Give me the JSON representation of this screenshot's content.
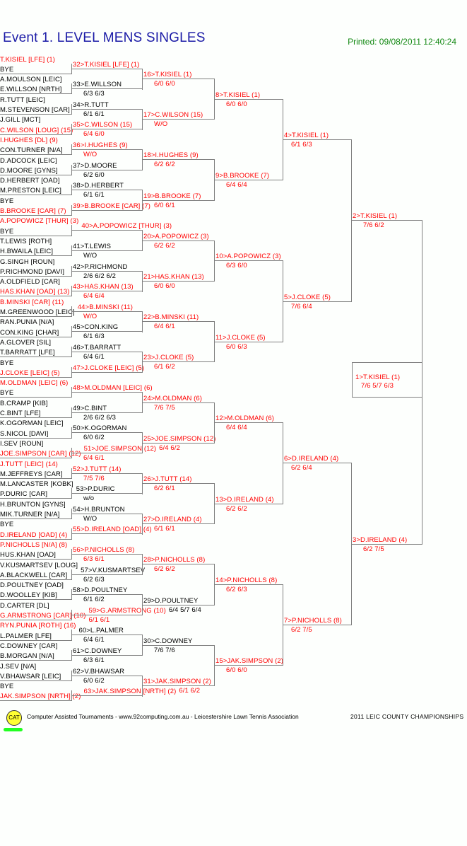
{
  "header": {
    "title": "Event 1. LEVEL MENS SINGLES",
    "printed": "Printed: 09/08/2011 12:40:24"
  },
  "colors": {
    "highlight": "#ff0000",
    "normal": "#000000",
    "title": "#1a1aa6",
    "printed": "#118811",
    "line": "#808080"
  },
  "entries": [
    {
      "name": "T.KISIEL [LFE] (1)",
      "hl": true
    },
    {
      "name": "BYE",
      "hl": false
    },
    {
      "name": "A.MOULSON [LEIC]",
      "hl": false
    },
    {
      "name": "E.WILLSON [NRTH]",
      "hl": false
    },
    {
      "name": "R.TUTT [LEIC]",
      "hl": false
    },
    {
      "name": "M.STEVENSON [CAR]",
      "hl": false
    },
    {
      "name": "J.GILL [MCT]",
      "hl": false
    },
    {
      "name": "C.WILSON [LOUG] (15)",
      "hl": true
    },
    {
      "name": "I.HUGHES [DL] (9)",
      "hl": true
    },
    {
      "name": "CON.TURNER [N/A]",
      "hl": false
    },
    {
      "name": "D.ADCOCK [LEIC]",
      "hl": false
    },
    {
      "name": "D.MOORE [GYNS]",
      "hl": false
    },
    {
      "name": "D.HERBERT [OAD]",
      "hl": false
    },
    {
      "name": "M.PRESTON [LEIC]",
      "hl": false
    },
    {
      "name": "BYE",
      "hl": false
    },
    {
      "name": "B.BROOKE [CAR] (7)",
      "hl": true
    },
    {
      "name": "A.POPOWICZ [THUR] (3)",
      "hl": true
    },
    {
      "name": "BYE",
      "hl": false
    },
    {
      "name": "T.LEWIS [ROTH]",
      "hl": false
    },
    {
      "name": "H.BWAILA [LEIC]",
      "hl": false
    },
    {
      "name": "G.SINGH [ROUN]",
      "hl": false
    },
    {
      "name": "P.RICHMOND [DAVI]",
      "hl": false
    },
    {
      "name": "A.OLDFIELD [CAR]",
      "hl": false
    },
    {
      "name": "HAS.KHAN [OAD] (13)",
      "hl": true
    },
    {
      "name": "B.MINSKI [CAR] (11)",
      "hl": true
    },
    {
      "name": "M.GREENWOOD [LEIC]",
      "hl": false
    },
    {
      "name": "RAN.PUNIA [N/A]",
      "hl": false
    },
    {
      "name": "CON.KING [CHAR]",
      "hl": false
    },
    {
      "name": "A.GLOVER [SIL]",
      "hl": false
    },
    {
      "name": "T.BARRATT [LFE]",
      "hl": false
    },
    {
      "name": "BYE",
      "hl": false
    },
    {
      "name": "J.CLOKE [LEIC] (5)",
      "hl": true
    },
    {
      "name": "M.OLDMAN [LEIC] (6)",
      "hl": true
    },
    {
      "name": "BYE",
      "hl": false
    },
    {
      "name": "B.CRAMP [KIB]",
      "hl": false
    },
    {
      "name": "C.BINT [LFE]",
      "hl": false
    },
    {
      "name": "K.OGORMAN [LEIC]",
      "hl": false
    },
    {
      "name": "S.NICOL [DAVI]",
      "hl": false
    },
    {
      "name": "I.SEV [ROUN]",
      "hl": false
    },
    {
      "name": "JOE.SIMPSON [CAR] (12)",
      "hl": true
    },
    {
      "name": "J.TUTT [LEIC] (14)",
      "hl": true
    },
    {
      "name": "M.JEFFREYS [CAR]",
      "hl": false
    },
    {
      "name": "M.LANCASTER [KOBK]",
      "hl": false
    },
    {
      "name": "P.DURIC [CAR]",
      "hl": false
    },
    {
      "name": "H.BRUNTON [GYNS]",
      "hl": false
    },
    {
      "name": "MIK.TURNER [N/A]",
      "hl": false
    },
    {
      "name": "BYE",
      "hl": false
    },
    {
      "name": "D.IRELAND [OAD] (4)",
      "hl": true
    },
    {
      "name": "P.NICHOLLS [N/A] (8)",
      "hl": true
    },
    {
      "name": "HUS.KHAN [OAD]",
      "hl": false
    },
    {
      "name": "V.KUSMARTSEV [LOUG]",
      "hl": false
    },
    {
      "name": "A.BLACKWELL [CAR]",
      "hl": false
    },
    {
      "name": "D.POULTNEY [OAD]",
      "hl": false
    },
    {
      "name": "D.WOOLLEY [KIB]",
      "hl": false
    },
    {
      "name": "D.CARTER [DL]",
      "hl": false
    },
    {
      "name": "G.ARMSTRONG [CAR] (10)",
      "hl": true
    },
    {
      "name": "RYN.PUNIA [ROTH] (16)",
      "hl": true
    },
    {
      "name": "L.PALMER [LFE]",
      "hl": false
    },
    {
      "name": "C.DOWNEY [CAR]",
      "hl": false
    },
    {
      "name": "B.MORGAN [N/A]",
      "hl": false
    },
    {
      "name": "J.SEV [N/A]",
      "hl": false
    },
    {
      "name": "V.BHAWSAR [LEIC]",
      "hl": false
    },
    {
      "name": "BYE",
      "hl": false
    },
    {
      "name": "JAK.SIMPSON [NRTH] (2)",
      "hl": true
    }
  ],
  "rounds": [
    [
      {
        "label": "32>T.KISIEL [LFE] (1)",
        "score": "",
        "hl": true
      },
      {
        "label": "33>E.WILLSON",
        "score": "6/3 6/3",
        "hl": false
      },
      {
        "label": "34>R.TUTT",
        "score": "6/1 6/1",
        "hl": false
      },
      {
        "label": "35>C.WILSON (15)",
        "score": "6/4 6/0",
        "hl": true
      },
      {
        "label": "36>I.HUGHES (9)",
        "score": "W/O",
        "hl": true
      },
      {
        "label": "37>D.MOORE",
        "score": "6/2 6/0",
        "hl": false
      },
      {
        "label": "38>D.HERBERT",
        "score": "6/1 6/1",
        "hl": false
      },
      {
        "label": "39>B.BROOKE [CAR] (7)",
        "score": "",
        "hl": true
      },
      {
        "label": "40>A.POPOWICZ [THUR] (3)",
        "score": "",
        "hl": true
      },
      {
        "label": "41>T.LEWIS",
        "score": "W/O",
        "hl": false
      },
      {
        "label": "42>P.RICHMOND",
        "score": "2/6 6/2 6/2",
        "hl": false
      },
      {
        "label": "43>HAS.KHAN (13)",
        "score": "6/4 6/4",
        "hl": true
      },
      {
        "label": "44>B.MINSKI (11)",
        "score": "W/O",
        "hl": true
      },
      {
        "label": "45>CON.KING",
        "score": "6/1 6/3",
        "hl": false
      },
      {
        "label": "46>T.BARRATT",
        "score": "6/4 6/1",
        "hl": false
      },
      {
        "label": "47>J.CLOKE [LEIC] (5)",
        "score": "",
        "hl": true
      },
      {
        "label": "48>M.OLDMAN [LEIC] (6)",
        "score": "",
        "hl": true
      },
      {
        "label": "49>C.BINT",
        "score": "2/6 6/2 6/3",
        "hl": false
      },
      {
        "label": "50>K.OGORMAN",
        "score": "6/0 6/2",
        "hl": false
      },
      {
        "label": "51>JOE.SIMPSON (12)",
        "score": "6/4 6/1",
        "hl": true
      },
      {
        "label": "52>J.TUTT (14)",
        "score": "7/5 7/6",
        "hl": true
      },
      {
        "label": "53>P.DURIC",
        "score": "w/o",
        "hl": false
      },
      {
        "label": "54>H.BRUNTON",
        "score": "W/O",
        "hl": false
      },
      {
        "label": "55>D.IRELAND [OAD] (4)",
        "score": "",
        "hl": true
      },
      {
        "label": "56>P.NICHOLLS (8)",
        "score": "6/3 6/1",
        "hl": true
      },
      {
        "label": "57>V.KUSMARTSEV",
        "score": "6/2 6/3",
        "hl": false
      },
      {
        "label": "58>D.POULTNEY",
        "score": "6/1 6/2",
        "hl": false
      },
      {
        "label": "59>G.ARMSTRONG (10)",
        "score": "6/1 6/1",
        "hl": true
      },
      {
        "label": "60>L.PALMER",
        "score": "6/4 6/1",
        "hl": false
      },
      {
        "label": "61>C.DOWNEY",
        "score": "6/3 6/1",
        "hl": false
      },
      {
        "label": "62>V.BHAWSAR",
        "score": "6/0 6/2",
        "hl": false
      },
      {
        "label": "63>JAK.SIMPSON [NRTH] (2)",
        "score": "",
        "hl": true
      }
    ],
    [
      {
        "label": "16>T.KISIEL (1)",
        "score": "6/0 6/0",
        "hl": true
      },
      {
        "label": "17>C.WILSON (15)",
        "score": "W/O",
        "hl": true
      },
      {
        "label": "18>I.HUGHES (9)",
        "score": "6/2 6/2",
        "hl": true
      },
      {
        "label": "19>B.BROOKE (7)",
        "score": "6/0 6/1",
        "hl": true
      },
      {
        "label": "20>A.POPOWICZ (3)",
        "score": "6/2 6/2",
        "hl": true
      },
      {
        "label": "21>HAS.KHAN (13)",
        "score": "6/0 6/0",
        "hl": true
      },
      {
        "label": "22>B.MINSKI (11)",
        "score": "6/4 6/1",
        "hl": true
      },
      {
        "label": "23>J.CLOKE (5)",
        "score": "6/1 6/2",
        "hl": true
      },
      {
        "label": "24>M.OLDMAN (6)",
        "score": "7/6 7/5",
        "hl": true
      },
      {
        "label": "25>JOE.SIMPSON (12)",
        "score": "6/4 6/2",
        "hl": true
      },
      {
        "label": "26>J.TUTT (14)",
        "score": "6/2 6/1",
        "hl": true
      },
      {
        "label": "27>D.IRELAND (4)",
        "score": "6/1 6/1",
        "hl": true
      },
      {
        "label": "28>P.NICHOLLS (8)",
        "score": "6/2 6/2",
        "hl": true
      },
      {
        "label": "29>D.POULTNEY",
        "score": "6/4 5/7 6/4",
        "hl": false
      },
      {
        "label": "30>C.DOWNEY",
        "score": "7/6 7/6",
        "hl": false
      },
      {
        "label": "31>JAK.SIMPSON (2)",
        "score": "6/1 6/2",
        "hl": true
      }
    ],
    [
      {
        "label": "8>T.KISIEL (1)",
        "score": "6/0 6/0",
        "hl": true
      },
      {
        "label": "9>B.BROOKE (7)",
        "score": "6/4 6/4",
        "hl": true
      },
      {
        "label": "10>A.POPOWICZ (3)",
        "score": "6/3 6/0",
        "hl": true
      },
      {
        "label": "11>J.CLOKE (5)",
        "score": "6/0 6/3",
        "hl": true
      },
      {
        "label": "12>M.OLDMAN (6)",
        "score": "6/4 6/4",
        "hl": true
      },
      {
        "label": "13>D.IRELAND (4)",
        "score": "6/2 6/2",
        "hl": true
      },
      {
        "label": "14>P.NICHOLLS (8)",
        "score": "6/2 6/3",
        "hl": true
      },
      {
        "label": "15>JAK.SIMPSON (2)",
        "score": "6/0 6/0",
        "hl": true
      }
    ],
    [
      {
        "label": "4>T.KISIEL (1)",
        "score": "6/1 6/3",
        "hl": true
      },
      {
        "label": "5>J.CLOKE (5)",
        "score": "7/6 6/4",
        "hl": true
      },
      {
        "label": "6>D.IRELAND (4)",
        "score": "6/2 6/4",
        "hl": true
      },
      {
        "label": "7>P.NICHOLLS (8)",
        "score": "6/2 7/5",
        "hl": true
      }
    ],
    [
      {
        "label": "2>T.KISIEL (1)",
        "score": "7/6 6/2",
        "hl": true
      },
      {
        "label": "3>D.IRELAND (4)",
        "score": "6/2 7/5",
        "hl": true
      }
    ]
  ],
  "final": {
    "label": "1>T.KISIEL (1)",
    "score": "7/6 5/7 6/3",
    "hl": true
  },
  "footer": {
    "logo_text": "CAT",
    "credit": "Computer Assisted Tournaments - www.92computing.com.au -  Leicestershire Lawn Tennis Association",
    "championship": "2011 LEIC COUNTY CHAMPIONSHIPS"
  }
}
